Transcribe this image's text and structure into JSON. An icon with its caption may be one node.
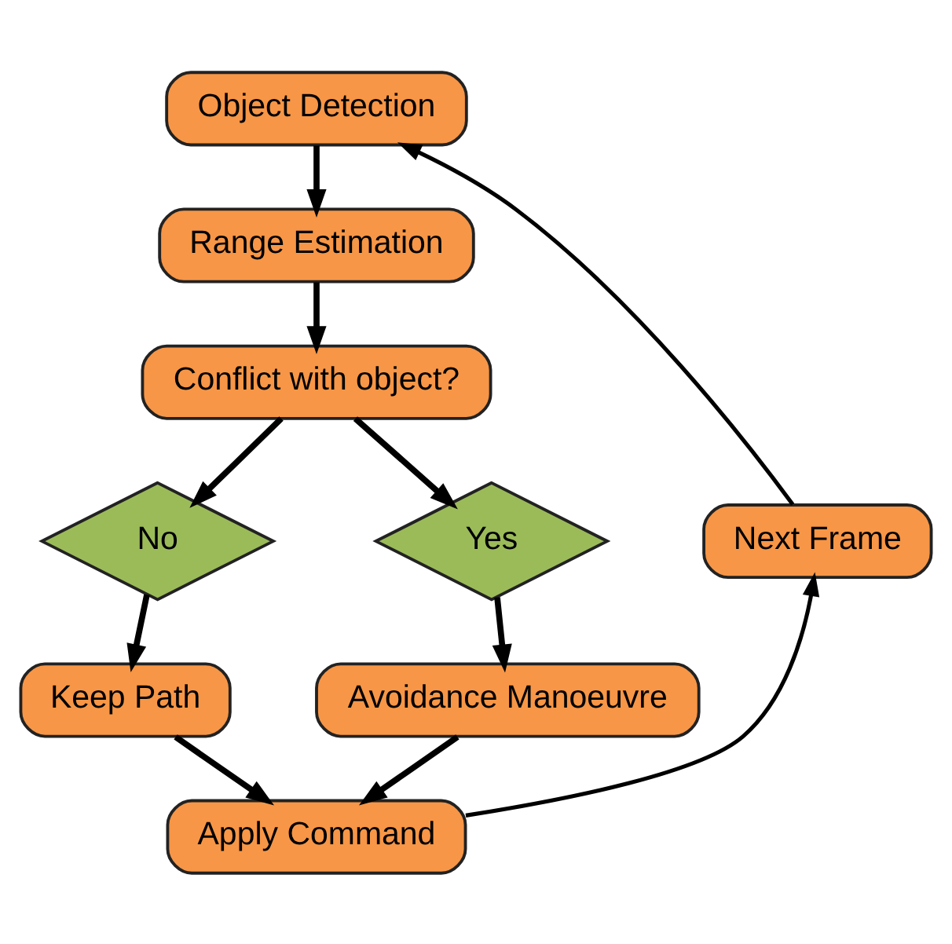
{
  "diagram": {
    "nodes": [
      {
        "text": [
          "Object Detection"
        ]
      },
      {
        "text": [
          "Range Estimation"
        ]
      },
      {
        "text": [
          "Conflict with object?"
        ]
      },
      {
        "text": [
          "No"
        ]
      },
      {
        "text": [
          "Yes"
        ]
      },
      {
        "text": [
          "Keep Path"
        ]
      },
      {
        "text": [
          "Avoidance Manoeuvre"
        ]
      },
      {
        "text": [
          "Apply Command"
        ]
      },
      {
        "text": [
          "Next Frame"
        ]
      }
    ],
    "edges": [
      {
        "from": 0,
        "to": 1,
        "arrow": "to"
      },
      {
        "from": 1,
        "to": 2,
        "arrow": "to"
      },
      {
        "from": 2,
        "to": 3,
        "arrow": "to"
      },
      {
        "from": 2,
        "to": 4,
        "arrow": "to"
      },
      {
        "from": 3,
        "to": 5,
        "arrow": "to"
      },
      {
        "from": 4,
        "to": 6,
        "arrow": "to"
      },
      {
        "from": 5,
        "to": 7,
        "arrow": "to"
      },
      {
        "from": 6,
        "to": 7,
        "arrow": "to"
      },
      {
        "from": 7,
        "to": 8,
        "arrow": "to"
      },
      {
        "from": 8,
        "to": 0,
        "arrow": "to"
      }
    ]
  }
}
